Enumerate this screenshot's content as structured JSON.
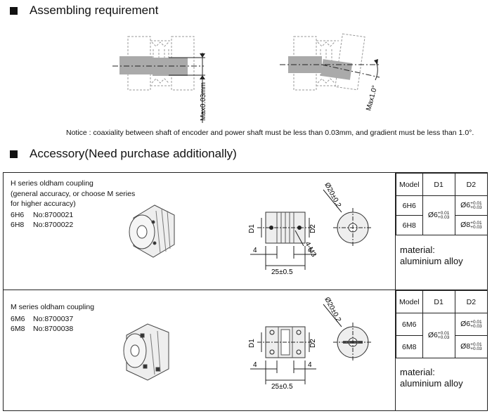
{
  "section1": {
    "title": "Assembling requirement",
    "max_coax_label": "Max0.03mm",
    "max_angle_label": "Max1.0°",
    "notice": "Notice : coaxiality between shaft of encoder and power shaft must be less than 0.03mm, and gradient must be less than 1.0°."
  },
  "section2": {
    "title": "Accessory(Need purchase additionally)"
  },
  "h_series": {
    "desc_lines": [
      "H series oldham coupling",
      "(general accuracy, or choose M series",
      "for higher accuracy)"
    ],
    "items": [
      {
        "model": "6H6",
        "no": "No:8700021"
      },
      {
        "model": "6H8",
        "no": "No:8700022"
      }
    ],
    "dims": {
      "diameter": "Ø20±0.2",
      "thread": "4-M3",
      "d1": "D1",
      "d2": "D2",
      "seg1": "4",
      "seg2": "4",
      "length": "25±0.5"
    },
    "table": {
      "headers": [
        "Model",
        "D1",
        "D2"
      ],
      "rows": [
        {
          "model": "6H6",
          "d2": "Ø6",
          "d2_tol_up": "+0.01",
          "d2_tol_down": "+0.03"
        },
        {
          "model": "6H8",
          "d2": "Ø8",
          "d2_tol_up": "+0.01",
          "d2_tol_down": "+0.03"
        }
      ],
      "d1": "Ø6",
      "d1_tol_up": "+0.01",
      "d1_tol_down": "+0.03",
      "material_label": "material:",
      "material_value": "aluminium alloy"
    }
  },
  "m_series": {
    "desc_lines": [
      "M series oldham coupling"
    ],
    "items": [
      {
        "model": "6M6",
        "no": "No:8700037"
      },
      {
        "model": "6M8",
        "no": "No:8700038"
      }
    ],
    "dims": {
      "diameter": "Ø20±0.2",
      "d1": "D1",
      "d2": "D2",
      "seg1": "4",
      "seg2": "4",
      "length": "25±0.5"
    },
    "table": {
      "headers": [
        "Model",
        "D1",
        "D2"
      ],
      "rows": [
        {
          "model": "6M6",
          "d2": "Ø6",
          "d2_tol_up": "+0.01",
          "d2_tol_down": "+0.03"
        },
        {
          "model": "6M8",
          "d2": "Ø8",
          "d2_tol_up": "+0.01",
          "d2_tol_down": "+0.03"
        }
      ],
      "d1": "Ø6",
      "d1_tol_up": "+0.01",
      "d1_tol_down": "+0.03",
      "material_label": "material:",
      "material_value": "aluminium alloy"
    }
  }
}
